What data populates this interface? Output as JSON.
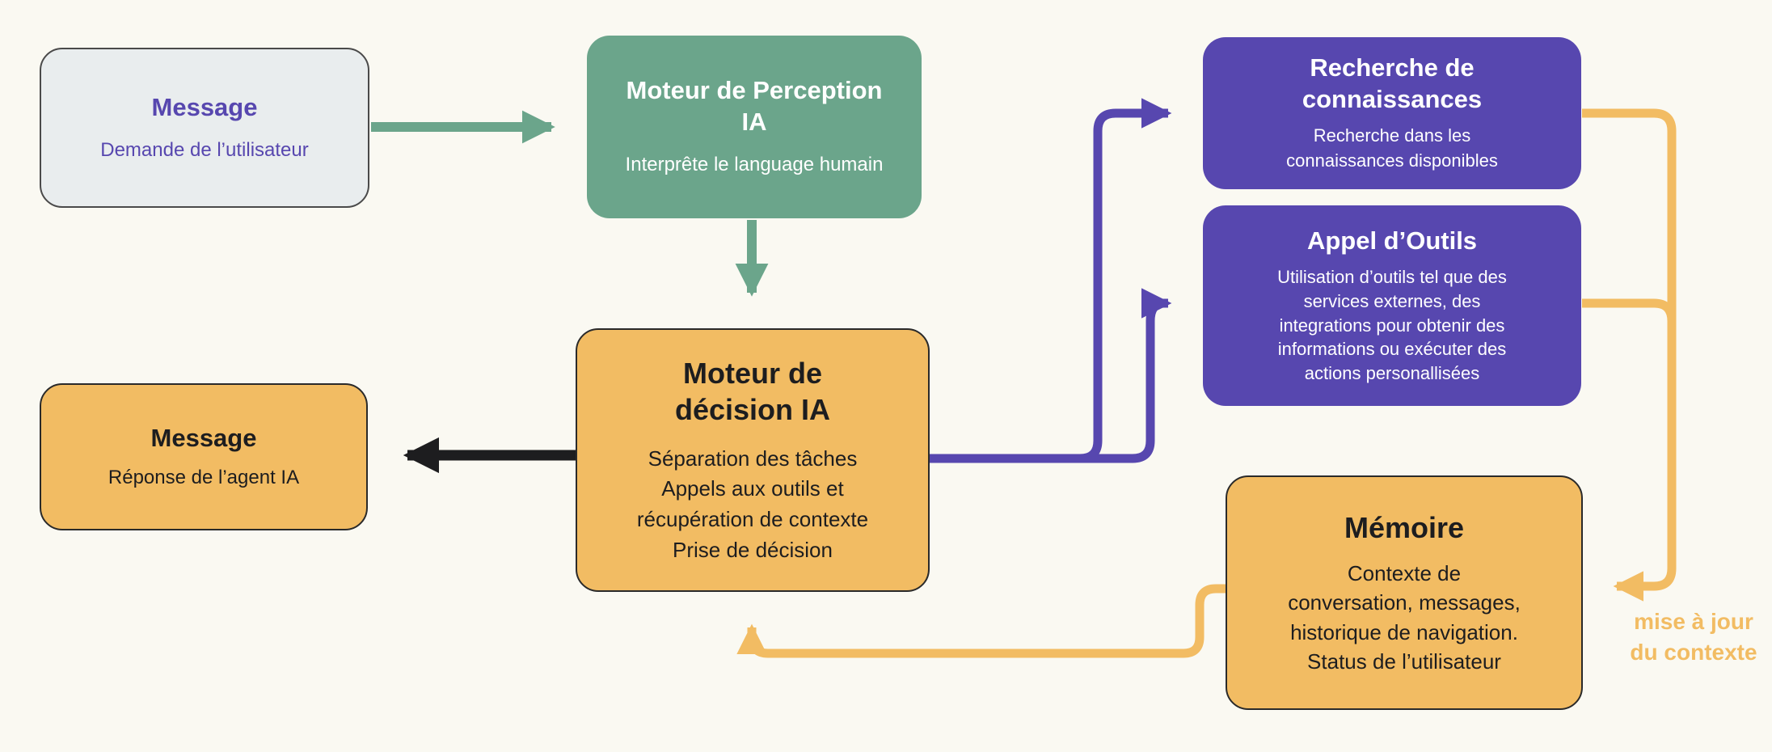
{
  "canvas": {
    "background": "#faf9f2"
  },
  "colors": {
    "green": "#6ba58b",
    "purple": "#5747af",
    "orange": "#f2bc63",
    "gray_box": "#e9edee",
    "dark": "#1d1d1f",
    "white": "#ffffff"
  },
  "nodes": {
    "message_in": {
      "title": "Message",
      "body": "Demande de l’utilisateur"
    },
    "perception": {
      "title": "Moteur de Perception\nIA",
      "body": "Interprête le language humain"
    },
    "knowledge": {
      "title": "Recherche  de\nconnaissances",
      "body": "Recherche dans les\nconnaissances disponibles"
    },
    "tools": {
      "title": "Appel d’Outils",
      "body": "Utilisation d’outils tel que des\nservices externes, des\nintegrations pour obtenir des\ninformations ou exécuter des\nactions personallisées"
    },
    "decision": {
      "title": "Moteur de\ndécision IA",
      "body": "Séparation des tâches\nAppels aux outils et\nrécupération de contexte\nPrise de décision"
    },
    "message_out": {
      "title": "Message",
      "body": "Réponse de l’agent IA"
    },
    "memory": {
      "title": "Mémoire",
      "body": "Contexte de\nconversation, messages,\nhistorique de navigation.\nStatus de l’utilisateur"
    }
  },
  "annotations": {
    "context_update": "mise à jour\ndu contexte"
  }
}
